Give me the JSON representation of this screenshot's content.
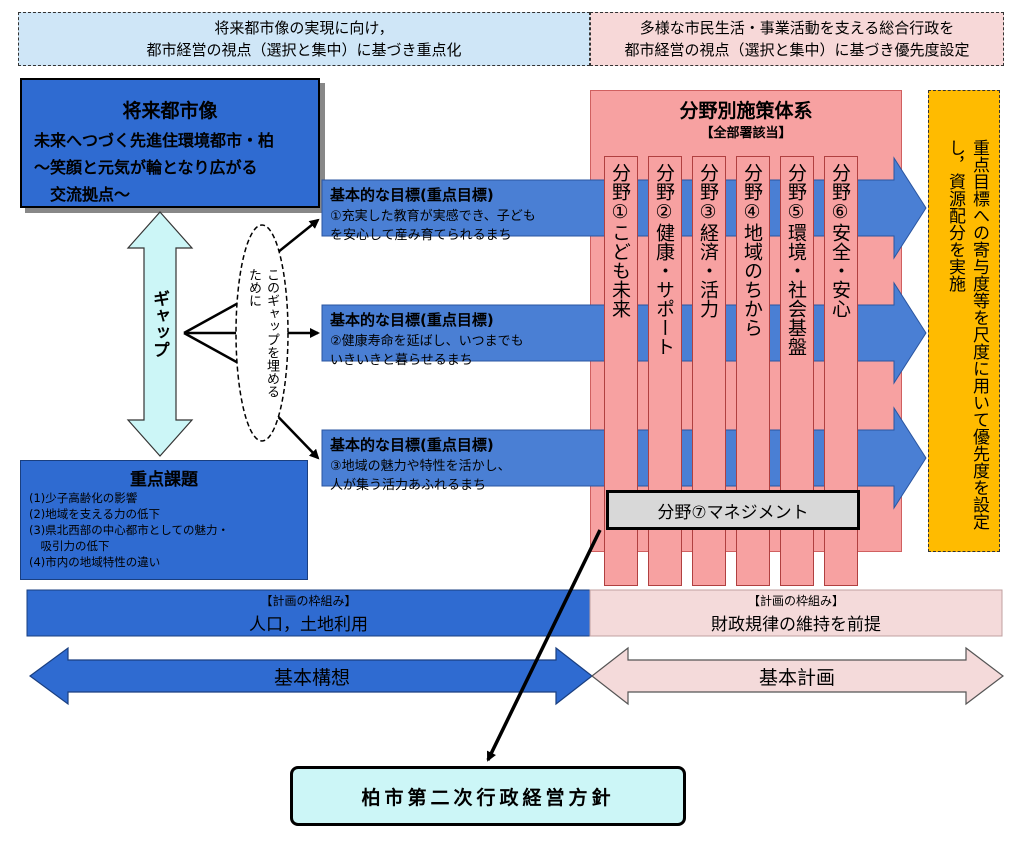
{
  "header": {
    "left_line1": "将来都市像の実現に向け，",
    "left_line2": "都市経営の視点（選択と集中）に基づき重点化",
    "right_line1": "多様な市民生活・事業活動を支える総合行政を",
    "right_line2": "都市経営の視点（選択と集中）に基づき優先度設定"
  },
  "future_vision": {
    "title": "将来都市像",
    "line1": "未来へつづく先進住環境都市・柏",
    "line2": "～笑顔と元気が輪となり広がる",
    "line3": "交流拠点～"
  },
  "gap_label": "ギャップ",
  "bridge_label": "このギャップを埋めるために",
  "goals": [
    {
      "title": "基本的な目標(重点目標)",
      "line1": "①充実した教育が実感でき、子ども",
      "line2": "を安心して産み育てられるまち"
    },
    {
      "title": "基本的な目標(重点目標)",
      "line1": "②健康寿命を延ばし、いつまでも",
      "line2": "いきいきと暮らせるまち"
    },
    {
      "title": "基本的な目標(重点目標)",
      "line1": "③地域の魅力や特性を活かし、",
      "line2": "人が集う活力あふれるまち"
    }
  ],
  "issues": {
    "title": "重点課題",
    "items": [
      "(1)少子高齢化の影響",
      "(2)地域を支える力の低下",
      "(3)県北西部の中心都市としての魅力・",
      "　吸引力の低下",
      "(4)市内の地域特性の違い"
    ]
  },
  "policy_system": {
    "title": "分野別施策体系",
    "subtitle": "【全部署該当】",
    "fields": [
      "分野①こども未来",
      "分野②健康・サポート",
      "分野③経済・活力",
      "分野④地域のちから",
      "分野⑤環境・社会基盤",
      "分野⑥安全・安心"
    ],
    "management": "分野⑦マネジメント"
  },
  "priority_note": "重点目標への寄与度等を尺度に用いて優先度を設定し，資源配分を実施",
  "framework": {
    "left_label": "【計画の枠組み】",
    "left_value": "人口，土地利用",
    "right_label": "【計画の枠組み】",
    "right_value": "財政規律の維持を前提"
  },
  "basic_concept": "基本構想",
  "basic_plan": "基本計画",
  "policy_guideline": "柏市第二次行政経営方針",
  "colors": {
    "blue_dark": "#2f6bd1",
    "blue_light": "#cfe6f7",
    "pink": "#f7a1a1",
    "pink_light": "#f4dada",
    "orange": "#ffbb00",
    "cyan_light": "#ccf6f7"
  }
}
